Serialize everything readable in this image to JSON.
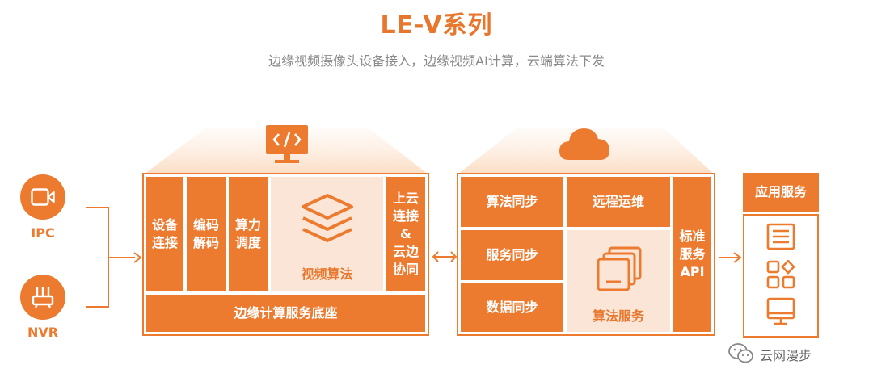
{
  "header": {
    "title": "LE-V系列",
    "subtitle": "边缘视频摄像头设备接入，边缘视频AI计算，云端算法下发"
  },
  "devices": {
    "ipc": "IPC",
    "nvr": "NVR"
  },
  "edge_box": {
    "cells": {
      "device_access": "设备\n连接",
      "codec": "编码\n解码",
      "compute_schedule": "算力\n调度",
      "video_algo": "视频算法",
      "cloud_link": "上云\n连接\n&\n云边\n协同",
      "base": "边缘计算服务底座"
    }
  },
  "cloud_box": {
    "cells": {
      "algo_sync": "算法同步",
      "remote_ops": "远程运维",
      "service_sync": "服务同步",
      "data_sync": "数据同步",
      "algo_service": "算法服务",
      "std_api": "标准\n服务\nAPI"
    }
  },
  "app_box": {
    "title": "应用服务"
  },
  "watermark": {
    "text": "云网漫步"
  },
  "colors": {
    "accent": "#ec7a2f",
    "light": "#fbe5d6",
    "subtitle": "#8a8a8a"
  }
}
